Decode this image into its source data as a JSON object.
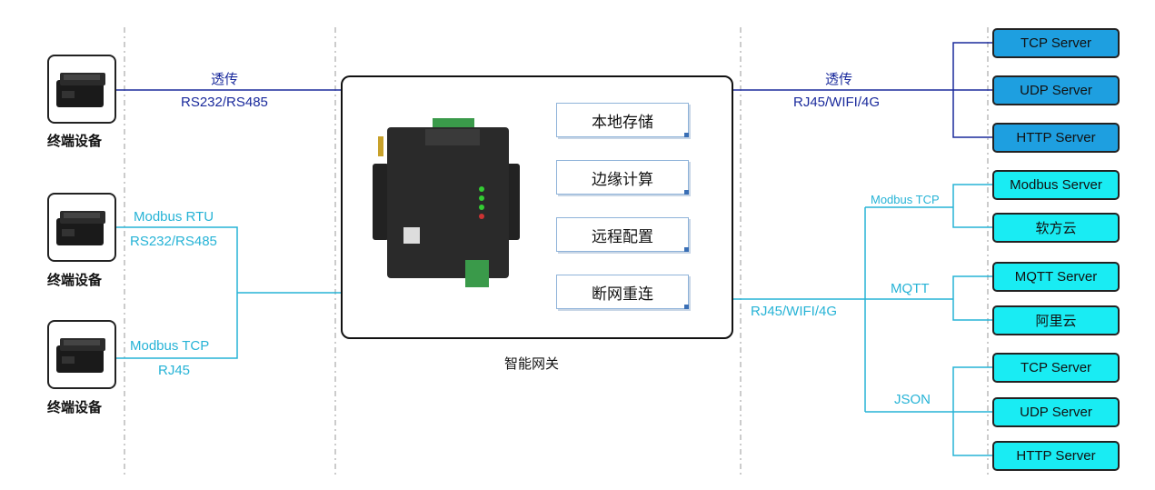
{
  "left_links": {
    "top": {
      "line1": "透传",
      "line2": "RS232/RS485"
    },
    "middle": {
      "line1": "Modbus RTU",
      "line2": "RS232/RS485"
    },
    "bottom": {
      "line1": "Modbus TCP",
      "line2": "RJ45"
    }
  },
  "terminals": [
    {
      "label": "终端设备"
    },
    {
      "label": "终端设备"
    },
    {
      "label": "终端设备"
    }
  ],
  "gateway": {
    "label": "智能网关",
    "features": [
      "本地存储",
      "边缘计算",
      "远程配置",
      "断网重连"
    ]
  },
  "right_links": {
    "top": {
      "line1": "透传",
      "line2": "RJ45/WIFI/4G"
    },
    "bottom": {
      "line1": "RJ45/WIFI/4G"
    }
  },
  "protocols": [
    "Modbus TCP",
    "MQTT",
    "JSON"
  ],
  "servers": [
    {
      "label": "TCP Server",
      "style": "blue"
    },
    {
      "label": "UDP Server",
      "style": "blue"
    },
    {
      "label": "HTTP Server",
      "style": "blue"
    },
    {
      "label": "Modbus Server",
      "style": "cyan"
    },
    {
      "label": "软方云",
      "style": "cyan"
    },
    {
      "label": "MQTT Server",
      "style": "cyan"
    },
    {
      "label": "阿里云",
      "style": "cyan"
    },
    {
      "label": "TCP Server",
      "style": "cyan"
    },
    {
      "label": "UDP Server",
      "style": "cyan"
    },
    {
      "label": "HTTP Server",
      "style": "cyan"
    }
  ],
  "colors": {
    "navy": "#1a2a9c",
    "cyan": "#26b3d6",
    "server_blue": "#1e9fe0",
    "server_cyan": "#19ecf3"
  }
}
